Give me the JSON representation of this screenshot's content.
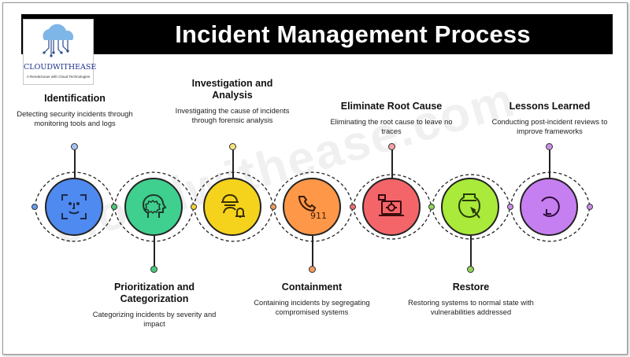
{
  "title": "Incident Management Process",
  "logo": {
    "name": "CLOUDWITHEASE",
    "tagline": "A Rendezvous with Cloud Technologies"
  },
  "watermark": "cloudwithease.com",
  "steps": [
    {
      "title": "Identification",
      "desc": "Detecting security incidents through monitoring tools and logs",
      "color": "#4f8af0",
      "icon": "face-scan-icon"
    },
    {
      "title": "Prioritization and Categorization",
      "desc": "Categorizing incidents by severity and impact",
      "color": "#3fcf8e",
      "icon": "head-gear-icon"
    },
    {
      "title": "Investigation and Analysis",
      "desc": "Investigating the cause of incidents through forensic analysis",
      "color": "#f5d31c",
      "icon": "investigator-bell-icon"
    },
    {
      "title": "Containment",
      "desc": "Containing incidents by segregating compromised systems",
      "color": "#ff9748",
      "icon": "phone-911-icon"
    },
    {
      "title": "Eliminate Root Cause",
      "desc": "Eliminating the root cause to leave no traces",
      "color": "#f4656a",
      "icon": "laptop-bug-icon"
    },
    {
      "title": "Restore",
      "desc": "Restoring systems to normal state with vulnerabilities addressed",
      "color": "#a9ea3a",
      "icon": "vase-brush-icon"
    },
    {
      "title": "Lessons Learned",
      "desc": "Conducting post-incident reviews to improve frameworks",
      "color": "#c67ff0",
      "icon": "loop-arrow-icon"
    }
  ],
  "colors": {
    "dot_identification": "#a6c3f5",
    "dot_prioritization": "#49c97a",
    "dot_investigation": "#f6e27a",
    "dot_containment": "#f39a5c",
    "dot_eliminate": "#f6a2a4",
    "dot_restore": "#8fd35a",
    "dot_lessons": "#c98ee8"
  }
}
